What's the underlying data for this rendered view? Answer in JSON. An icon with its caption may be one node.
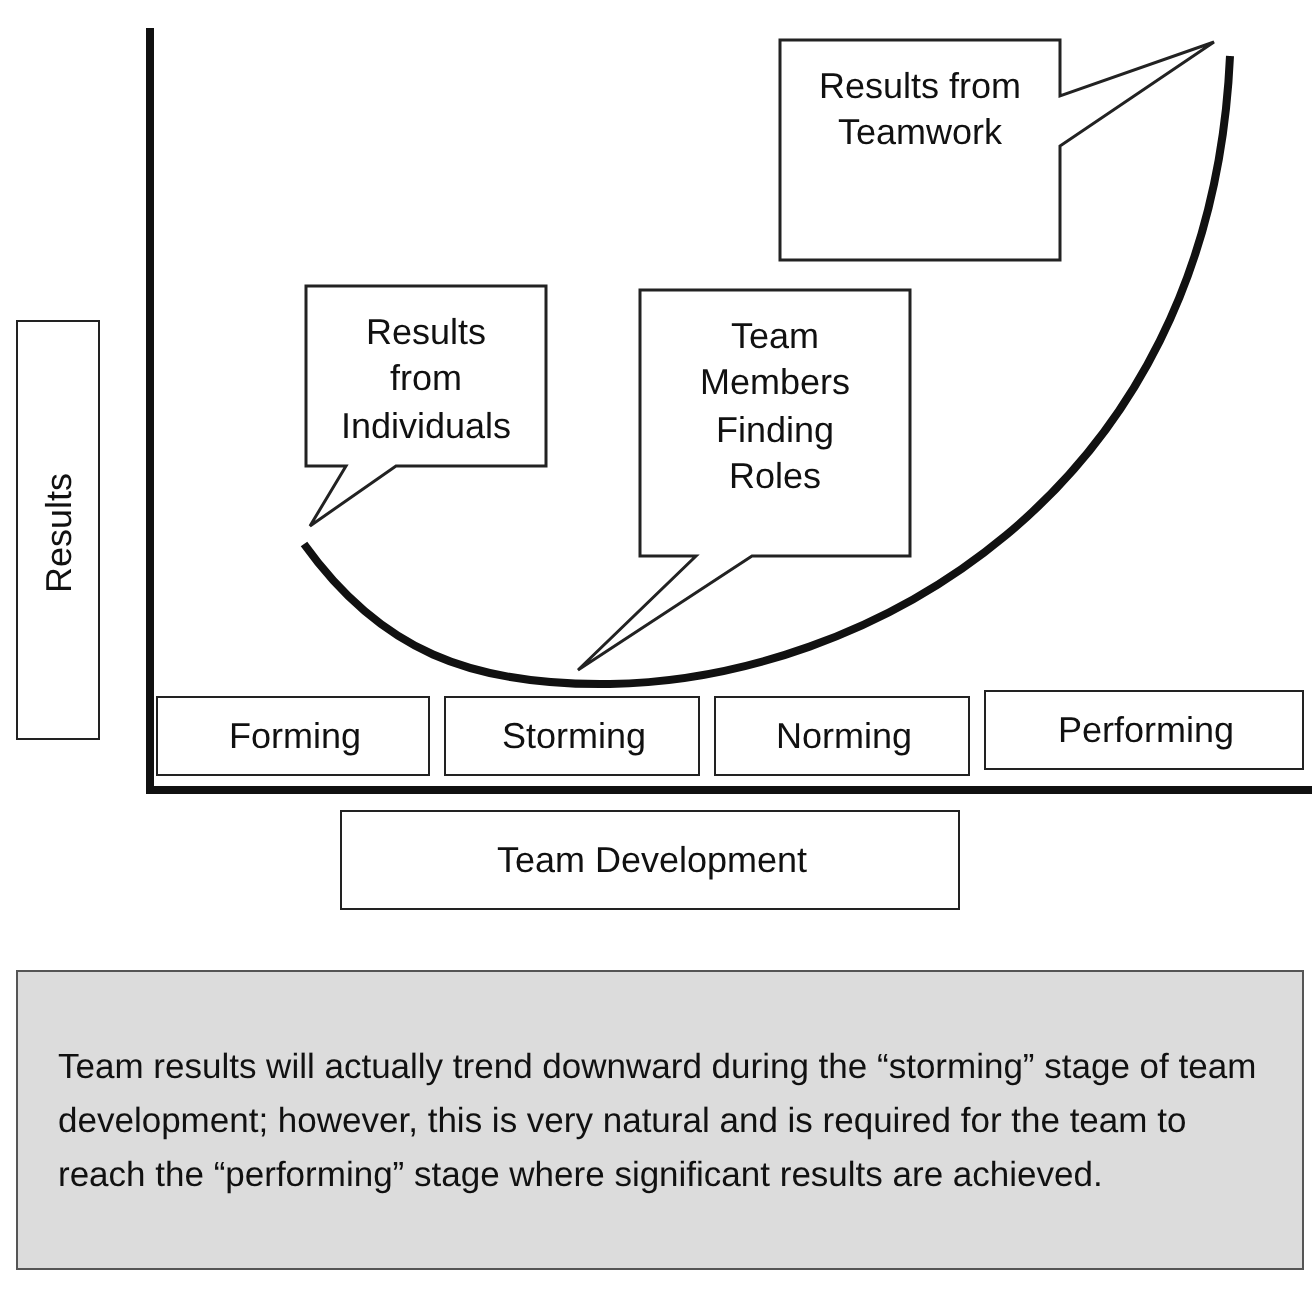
{
  "diagram": {
    "nodes": [
      {
        "text": [
          "Results"
        ]
      },
      {
        "text": [
          "Results from Individuals"
        ]
      },
      {
        "text": [
          "Team Members Finding Roles"
        ]
      },
      {
        "text": [
          "Results from Teamwork"
        ]
      },
      {
        "text": [
          "Forming"
        ]
      },
      {
        "text": [
          "Storming"
        ]
      },
      {
        "text": [
          "Norming"
        ]
      },
      {
        "text": [
          "Performing"
        ]
      },
      {
        "text": [
          "Team Development"
        ]
      },
      {
        "text": [
          "Team results will actually trend downward during the “storming” stage of team development; however, this is very natural and is required for the team to reach the “performing” stage where significant results are achieved."
        ]
      }
    ]
  }
}
